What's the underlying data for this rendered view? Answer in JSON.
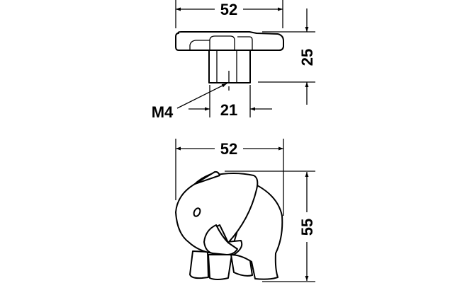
{
  "top_view": {
    "width_label": "52",
    "height_label": "25",
    "stem_label": "21",
    "thread_label": "M4"
  },
  "front_view": {
    "width_label": "52",
    "height_label": "55"
  }
}
